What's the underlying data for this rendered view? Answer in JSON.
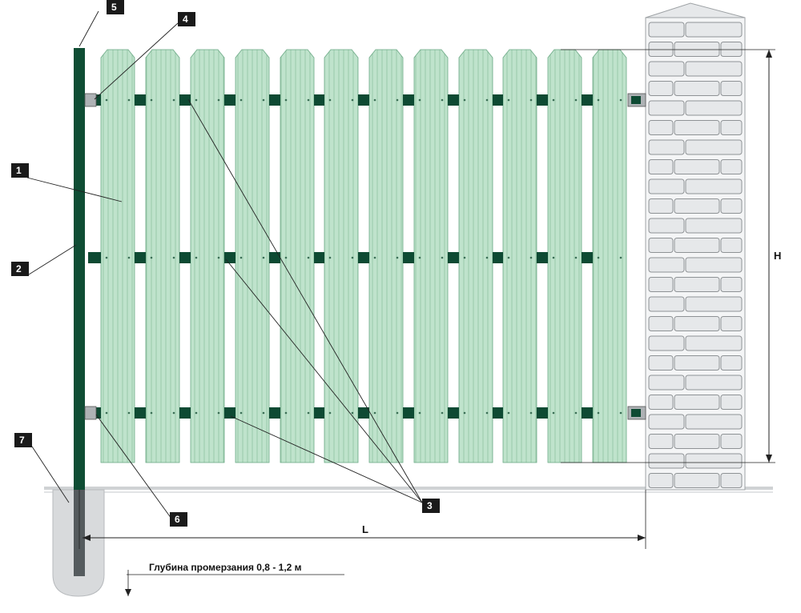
{
  "callouts": [
    {
      "id": "1",
      "label": "1"
    },
    {
      "id": "2",
      "label": "2"
    },
    {
      "id": "3",
      "label": "3"
    },
    {
      "id": "4",
      "label": "4"
    },
    {
      "id": "5",
      "label": "5"
    },
    {
      "id": "6",
      "label": "6"
    },
    {
      "id": "7",
      "label": "7"
    }
  ],
  "dimensions": {
    "height_label": "H",
    "length_label": "L"
  },
  "caption": "Глубина промерзания 0,8 - 1,2 м",
  "colors": {
    "picket_fill": "#bfe3cc",
    "picket_stroke": "#6aa884",
    "post": "#0f4d34",
    "rail": "#0e4a33",
    "brick": "#e6e8ea",
    "foundation": "#d8dadc",
    "tag_bg": "#1a1a1a"
  }
}
